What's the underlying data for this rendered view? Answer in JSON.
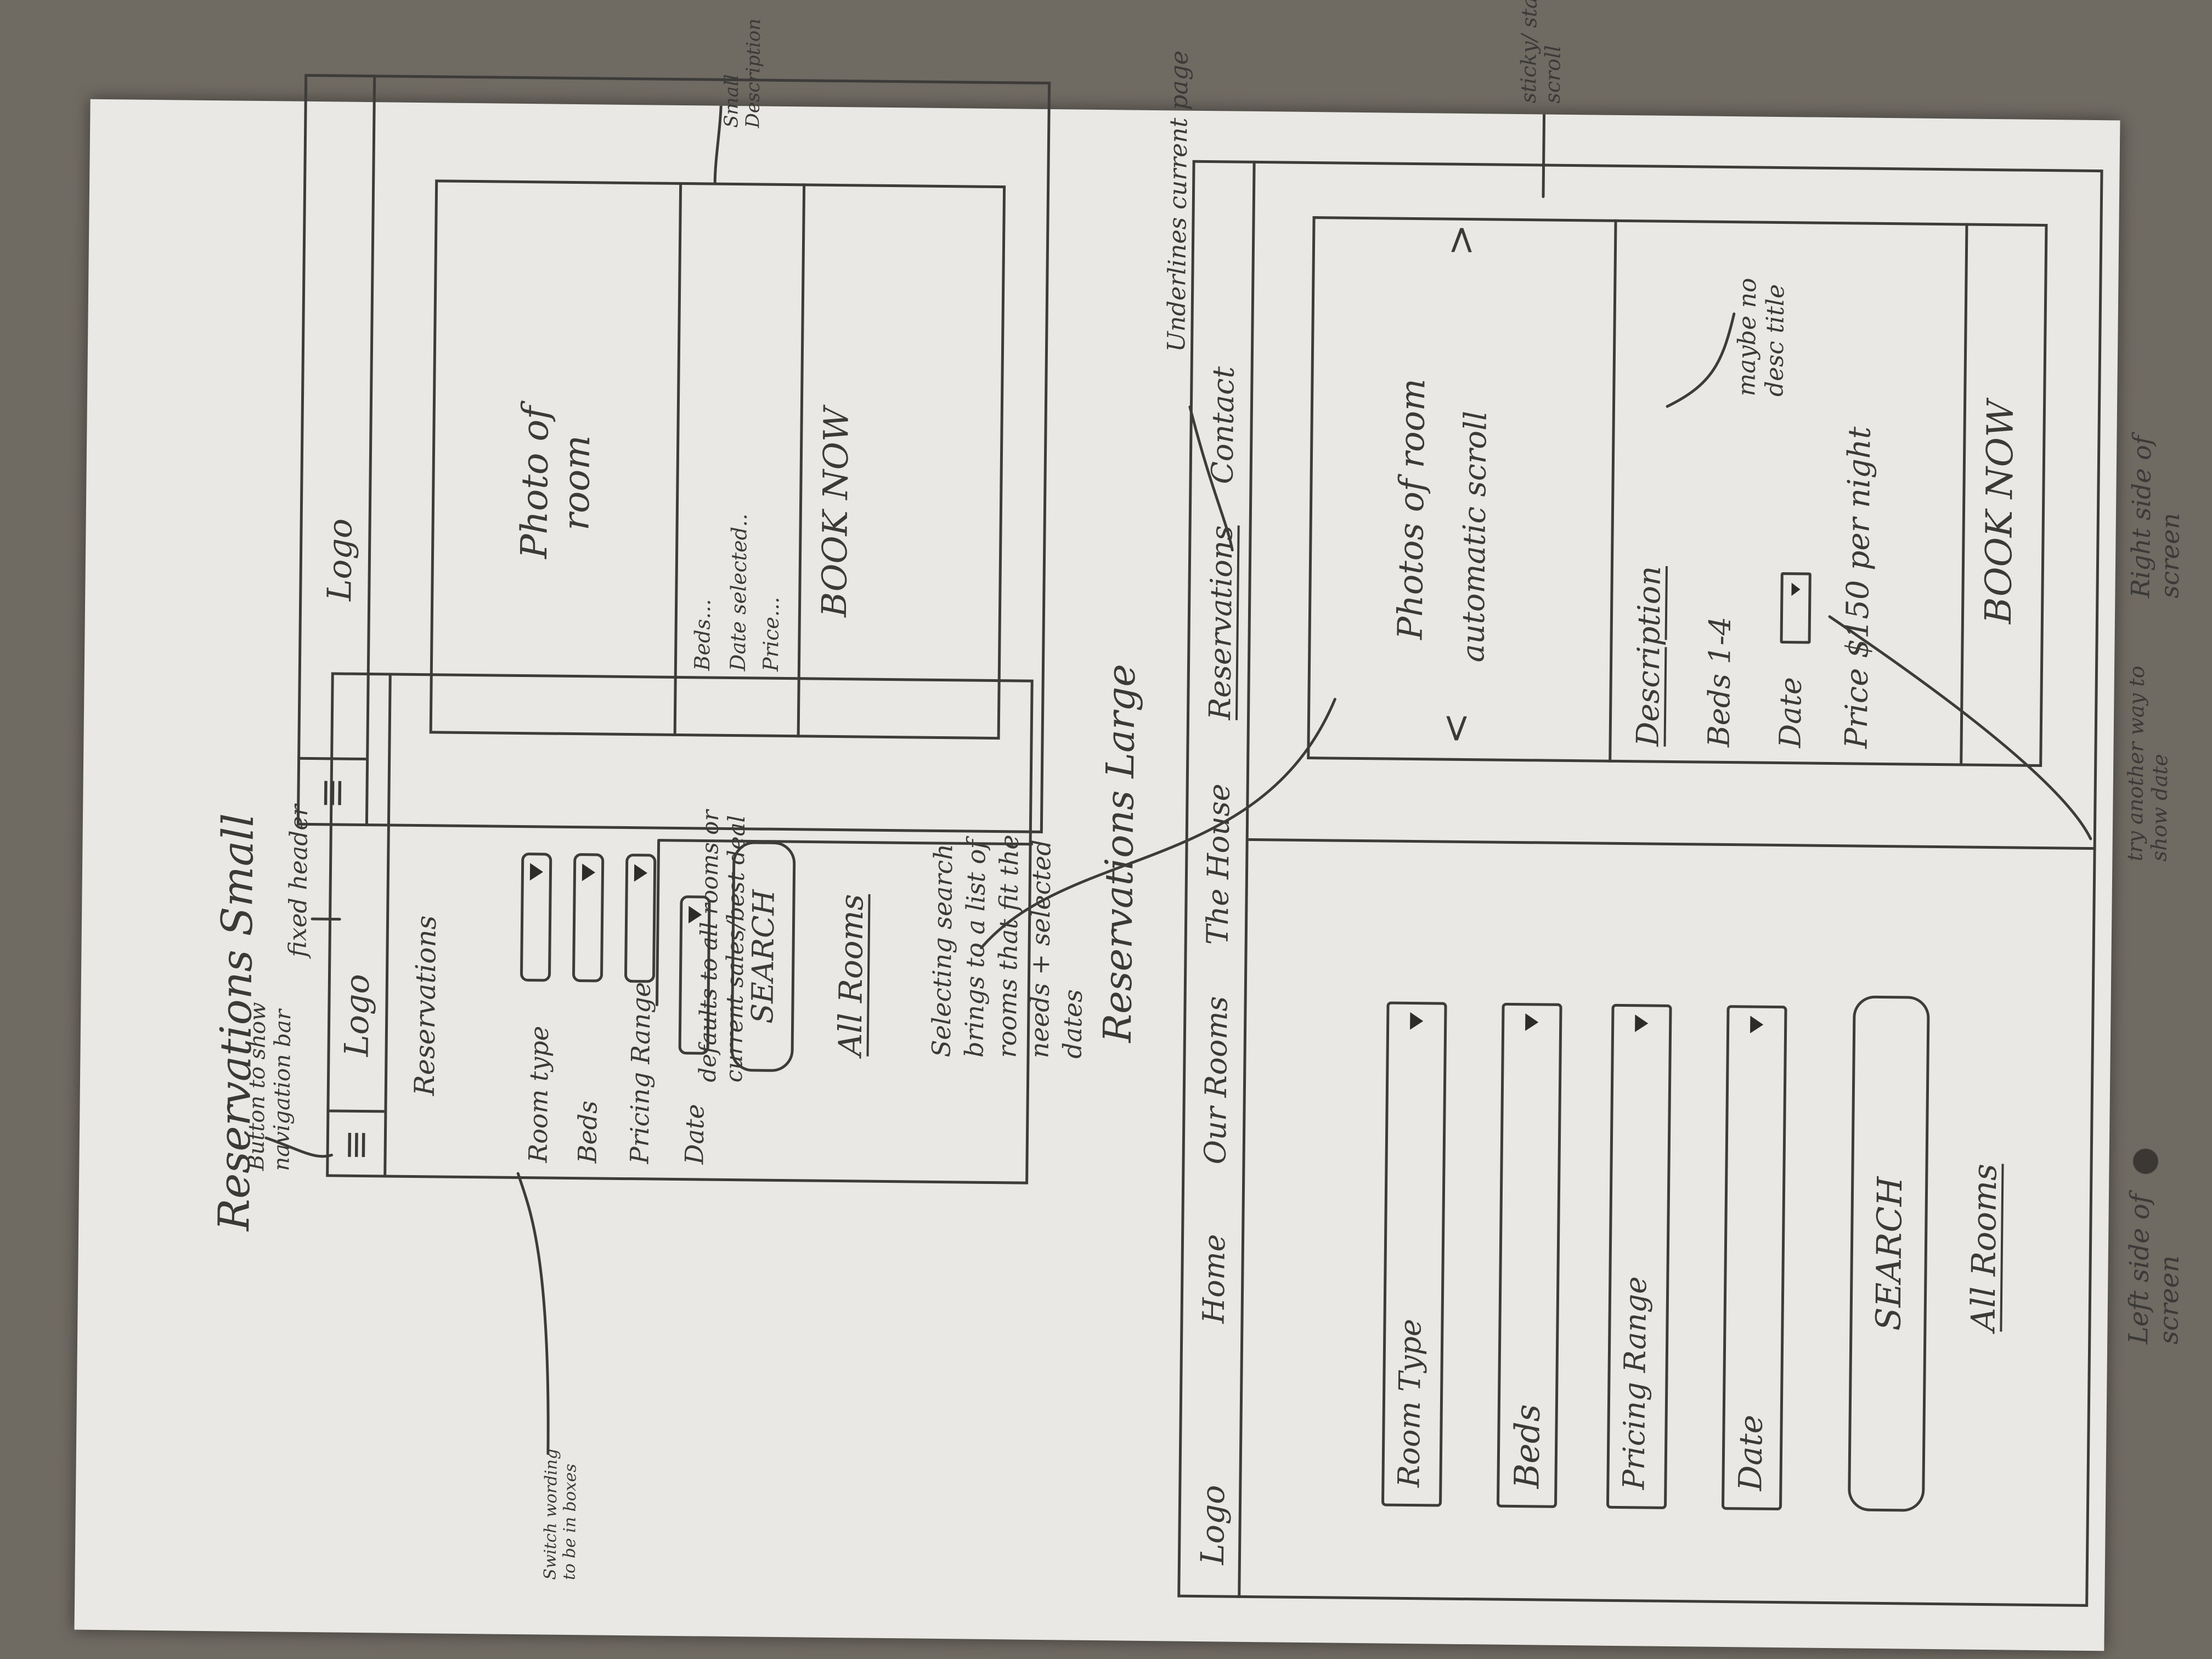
{
  "sheet": {
    "small_title": "Reservations Small",
    "large_title": "Reservations Large"
  },
  "small_left": {
    "logo": "Logo",
    "heading": "Reservations",
    "fields": [
      "Room type",
      "Beds",
      "Pricing Range",
      "Date"
    ],
    "search": "SEARCH",
    "all_rooms": "All Rooms"
  },
  "small_right": {
    "logo": "Logo",
    "photo": "Photo of room",
    "beds": "Beds...",
    "date": "Date selected..",
    "price": "Price...",
    "book": "BOOK NOW"
  },
  "large": {
    "nav": [
      "Logo",
      "Home",
      "Our Rooms",
      "The House",
      "Reservations",
      "Contact"
    ],
    "filters": [
      "Room Type",
      "Beds",
      "Pricing Range",
      "Date"
    ],
    "search": "SEARCH",
    "all_rooms": "All Rooms",
    "photos_line1": "Photos of room",
    "photos_line2": "automatic scroll",
    "prev": "<",
    "next": ">",
    "description": "Description",
    "beds": "Beds 1-4",
    "date": "Date",
    "price": "Price $150 per night",
    "book": "BOOK NOW"
  },
  "notes": {
    "menu_button": "Button to show navigation bar",
    "fixed_header": "fixed header",
    "switch_wording": "Switch wording to be in boxes",
    "selecting_search": "Selecting search brings to a list of rooms that fit the needs + selected dates",
    "small_description": "Small Description",
    "defaults_to": "defaults to all rooms or current sales/best deal",
    "underlines": "Underlines current page",
    "sticky": "sticky/ static scroll",
    "maybe_no": "maybe no desc title",
    "try_another": "try another way to show date",
    "left_side": "Left side of screen",
    "right_side": "Right side of screen"
  }
}
